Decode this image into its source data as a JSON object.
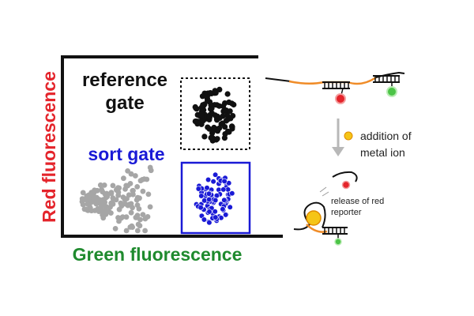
{
  "axes": {
    "y_label": "Red fluorescence",
    "x_label": "Green fluorescence"
  },
  "gates": {
    "reference": {
      "line1": "reference",
      "line2": "gate"
    },
    "sort": {
      "label": "sort gate"
    }
  },
  "annotations": {
    "metal_line1": "addition of",
    "metal_line2": "metal ion",
    "release_line1": "release of red",
    "release_line2": "reporter"
  },
  "colors": {
    "red": "#e4242b",
    "green": "#1f8a2e",
    "blue": "#1a1ad6",
    "black": "#111111",
    "gray": "#a6a6a6",
    "orange": "#f08c28",
    "yellow": "#f5c517",
    "arrow": "#b8b8b8"
  },
  "icons": {
    "metal_ion": "yellow-dot-icon",
    "red_reporter": "red-fluorophore-icon",
    "green_reporter": "green-fluorophore-icon"
  }
}
